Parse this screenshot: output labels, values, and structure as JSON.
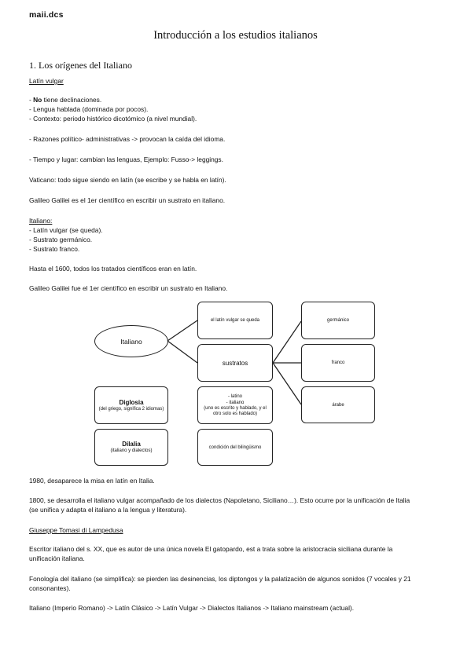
{
  "brand": "maii.dcs",
  "title": "Introducción a los estudios italianos",
  "section_title": "1. Los orígenes del Italiano",
  "heading_latin_vulgar": "Latín vulgar",
  "latin_vulgar_items": [
    {
      "bold": "No",
      "rest": " tiene declinaciones."
    },
    {
      "bold": "",
      "rest": "- Lengua hablada (dominada por pocos)."
    },
    {
      "bold": "",
      "rest": "- Contexto: periodo histórico dicotómico (a nivel mundial)."
    }
  ],
  "para_razones": "- Razones político- administrativas -> provocan la caída del idioma.",
  "para_tiempo": "- Tiempo y lugar: cambian las lenguas, Ejemplo: Fusso-> leggings.",
  "para_vaticano": "Vaticano: todo sigue siendo en latín (se escribe y se habla en latín).",
  "para_galileo1": "Galileo Galilei es el 1er científico en escribir un sustrato en italiano.",
  "heading_italiano": "Italiano",
  "italiano_items": [
    "- Latín vulgar (se queda).",
    "- Sustrato germánico.",
    "- Sustrato franco."
  ],
  "para_hasta": "Hasta el 1600, todos los tratados científicos eran en latín.",
  "para_galileo2": "Galileo Galilei fue el 1er científico en escribir un sustrato en Italiano.",
  "diagram": {
    "italiano": "Italiano",
    "latin_node": "el latín vulgar se queda",
    "sustratos": "sustratos",
    "germanico": "germánico",
    "franco": "franco",
    "arabe": "árabe",
    "diglosia_title": "Diglosia",
    "diglosia_sub": "(del griego, significa 2 idiomas)",
    "list_lines": [
      "- latino",
      "- italiano",
      "(uno es escrito y hablado, y el otro solo es hablado)"
    ],
    "dilalia_title": "Dilalia",
    "dilalia_sub": "(italiano y dialectos)",
    "bilinguismo": "condición del bilingüismo"
  },
  "para_1980": "1980, desaparece la misa en latín en Italia.",
  "para_1800_l1": "1800, se desarrolla el italiano vulgar acompañado de los dialectos (Napoletano, Siciliano…). Esto ocurre por la unificación de Italia",
  "para_1800_l2": "(se unifica y adapta el italiano a la lengua y literatura).",
  "heading_tomasi": "Giuseppe Tomasi di Lampedusa",
  "para_escritor_l1": "Escritor italiano del s. XX, que es autor de una única novela El gatopardo, est a trata sobre la aristocracia siciliana durante la",
  "para_escritor_l2": "unificación italiana.",
  "para_fono_l1": "Fonología del italiano (se simplifica): se pierden las desinencias, los diptongos y la palatización de algunos sonidos (7 vocales y 21",
  "para_fono_l2": "consonantes).",
  "para_chain": "Italiano (Imperio Romano) -> Latín Clásico -> Latín Vulgar -> Dialectos Italianos -> Italiano mainstream (actual)."
}
